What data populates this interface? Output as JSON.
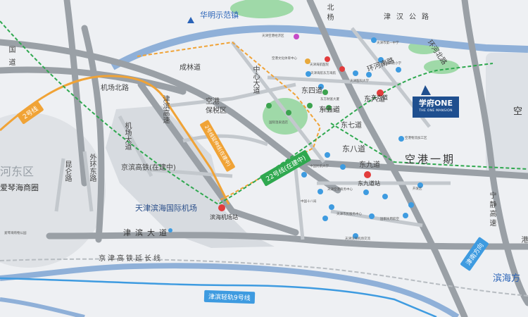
{
  "labels": {
    "huaming": "华明示范镇",
    "binhai": "滨海方"
  },
  "roads": {
    "jinhan": "津汉公路",
    "beiyang": "北杨",
    "guoji": "国道",
    "chenglin": "成林道",
    "jichangbei": "机场北路",
    "jinbinggao": "津滨高速",
    "zhonghuan": "中心大道",
    "jingjin_rail_cons": "京滨高铁(在建中)",
    "jichangda": "机场大道",
    "kunlun": "昆仑路",
    "waihuandong": "外环东路",
    "jinbin": "津滨大道",
    "jingjin_hsr": "京津高铁延长线",
    "ningjing": "宁静高速",
    "gang": "港",
    "huanhe": "环河南路",
    "huanhebei": "环河北路",
    "dongsi": "东四道",
    "dongwu": "东五道",
    "dongqi": "东七道",
    "dongliu": "东六道",
    "dongba": "东八道",
    "dongjiu": "东九道"
  },
  "districts": {
    "hedong": "河东区",
    "aiqinhai": "爱琴海商圈",
    "konggang_baoshui_1": "空港",
    "konggang_baoshui_2": "保税区",
    "konggang_yiqi": "空港一期",
    "kong": "空"
  },
  "places": {
    "airport": "天津滨海国际机场"
  },
  "stations": {
    "airport": "滨海机场站",
    "dongliu": "东六道",
    "dongjiu": "东九道站"
  },
  "lines": {
    "line2": "2号线",
    "line2_ext": "2号线延伸线(在建中)",
    "line22": "22号线(在建中)",
    "lr9": "津滨轻轨9号线",
    "jinnan": "津南方向"
  },
  "pois": [
    "天津空港经济区",
    "空港文化体育中心",
    "天津海航医院",
    "天津海航东方海航",
    "天津医科大学",
    "东方财富大厦",
    "空港科技园",
    "国际温泉酒店",
    "天津市第一中学",
    "天津实验小学",
    "空港物流加工区",
    "中国民航大学",
    "天津空港商务中心",
    "中国十八局",
    "天津市民服务中心",
    "开发区",
    "国家民用航空",
    "天津滨海机场交流",
    "爱琴海购物公园"
  ],
  "project": {
    "title": "学府ONE",
    "subtitle": "THE ONE MANSION"
  }
}
